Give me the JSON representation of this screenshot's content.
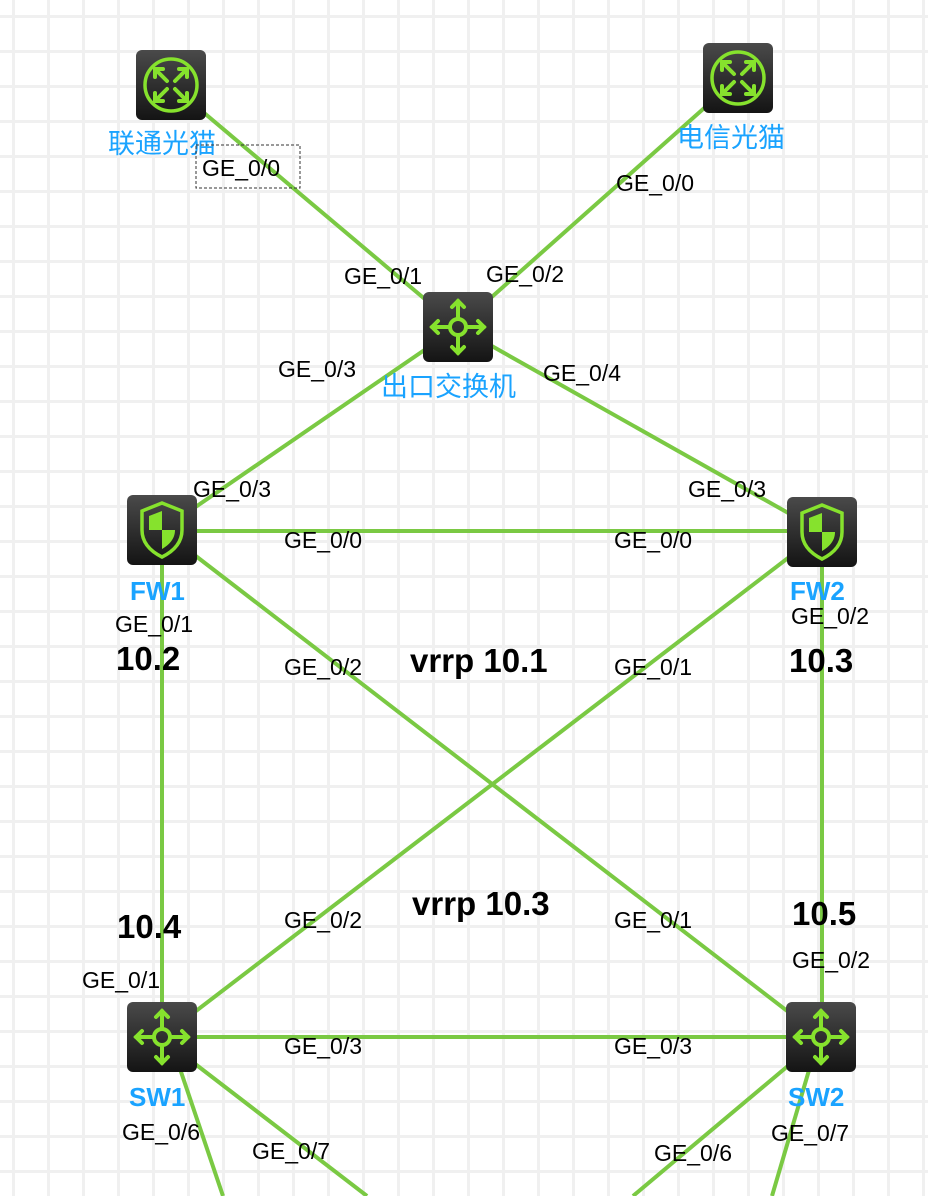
{
  "colors": {
    "link": "#7ac943",
    "icon_glyph": "#86e22d",
    "device_label": "#1aa3ff"
  },
  "nodes": {
    "unicom_modem": {
      "label": "联通光猫",
      "icon": "modem-icon"
    },
    "telecom_modem": {
      "label": "电信光猫",
      "icon": "modem-icon"
    },
    "egress_switch": {
      "label": "出口交换机",
      "icon": "switch-icon"
    },
    "fw1": {
      "label": "FW1",
      "icon": "firewall-icon"
    },
    "fw2": {
      "label": "FW2",
      "icon": "firewall-icon"
    },
    "sw1": {
      "label": "SW1",
      "icon": "switch-icon"
    },
    "sw2": {
      "label": "SW2",
      "icon": "switch-icon"
    }
  },
  "ports": {
    "unicom_ge00": "GE_0/0",
    "telecom_ge00": "GE_0/0",
    "egress_ge01": "GE_0/1",
    "egress_ge02": "GE_0/2",
    "egress_ge03": "GE_0/3",
    "egress_ge04": "GE_0/4",
    "fw1_ge03": "GE_0/3",
    "fw2_ge03": "GE_0/3",
    "fw1_ge00": "GE_0/0",
    "fw2_ge00": "GE_0/0",
    "fw1_ge01": "GE_0/1",
    "fw1_ge02": "GE_0/2",
    "fw2_ge01": "GE_0/1",
    "fw2_ge02": "GE_0/2",
    "sw1_ge02": "GE_0/2",
    "sw2_ge01": "GE_0/1",
    "sw2_ge02": "GE_0/2",
    "sw1_ge01": "GE_0/1",
    "sw1_ge03": "GE_0/3",
    "sw2_ge03": "GE_0/3",
    "sw1_ge06": "GE_0/6",
    "sw1_ge07": "GE_0/7",
    "sw2_ge06": "GE_0/6",
    "sw2_ge07": "GE_0/7"
  },
  "annotations": {
    "fw1_ip": "10.2",
    "fw2_ip": "10.3",
    "vrrp_upper": "vrrp 10.1",
    "vrrp_lower": "vrrp 10.3",
    "sw1_ip": "10.4",
    "sw2_ip": "10.5"
  }
}
